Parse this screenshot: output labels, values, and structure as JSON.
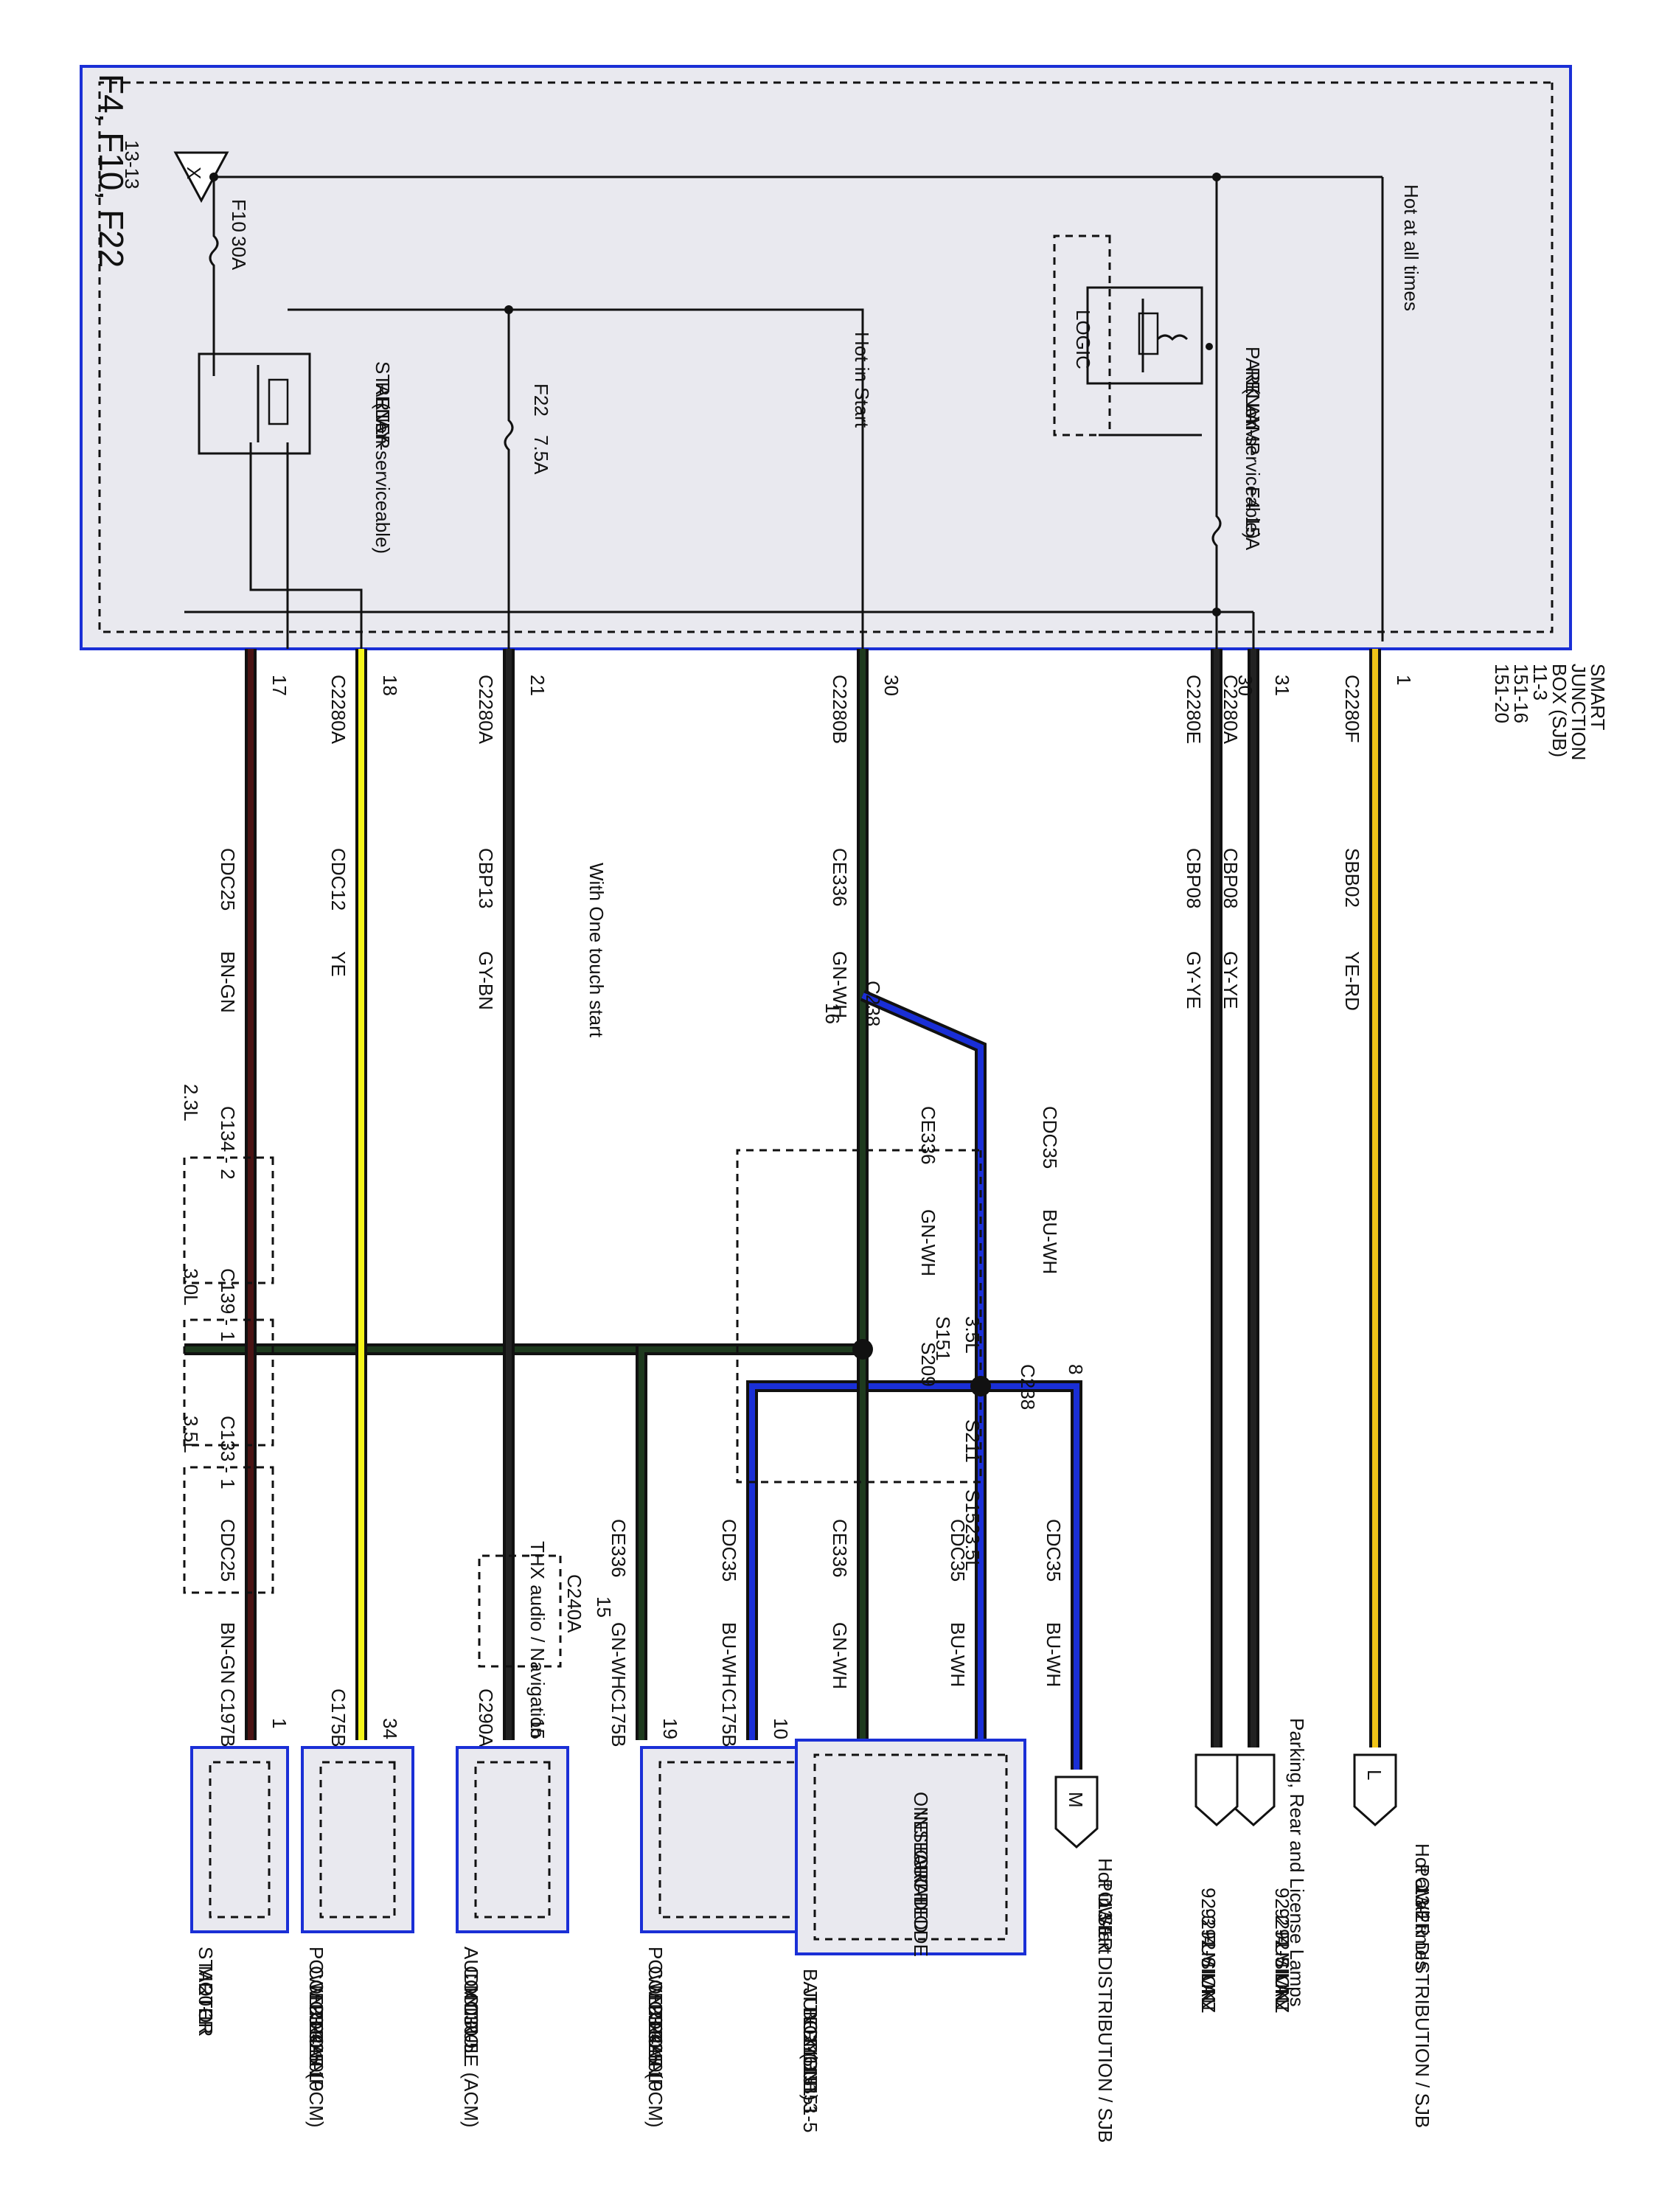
{
  "colors": {
    "frame_blue": "#1a2fd6",
    "box_fill": "#e9e9ef",
    "wire_YE": "#f5f51a",
    "wire_BN_GN": "#4a1414",
    "wire_GN_WH": "#1e3a1e",
    "wire_BU_WH": "#1a2fd6",
    "wire_GY": "#222222",
    "wire_YE_RD": "#f0c419"
  },
  "title": "F4, F10, F22",
  "sjb": {
    "name": "SMART JUNCTION BOX (SJB)",
    "name_lines": [
      "SMART",
      "JUNCTION",
      "BOX (SJB)"
    ],
    "refs": [
      "11-3",
      "151-16",
      "151-20"
    ],
    "hot_at_all_times": "Hot at all times",
    "hot_in_start": "Hot in Start",
    "ground_ref": "13-13",
    "ground_symbol": "X",
    "logic": "LOGIC",
    "park_lamp_relay": [
      "PARK LAMP",
      "RELAY",
      "(Non-serviceable)"
    ],
    "starter_relay": [
      "STARTER",
      "RELAY",
      "(Non-serviceable)"
    ],
    "fuses": [
      {
        "id": "F10",
        "rating": "30A"
      },
      {
        "id": "F22",
        "rating": "7.5A"
      },
      {
        "id": "F4",
        "rating": "15A"
      }
    ]
  },
  "connectors": [
    {
      "id": "C2280F",
      "pin": "1",
      "circuit": "SBB02",
      "color": "YE-RD"
    },
    {
      "id": "C2280A",
      "pin": "31",
      "circuit": "CBP08",
      "color": "GY-YE"
    },
    {
      "id": "C2280E",
      "pin": "30",
      "circuit": "CBP08",
      "color": "GY-YE"
    },
    {
      "id": "C2280B",
      "pin": "30",
      "circuit": "CE336",
      "color": "GN-WH"
    },
    {
      "id": "C2280A",
      "pin": "21",
      "circuit": "CBP13",
      "color": "GY-BN"
    },
    {
      "id": "C2280A",
      "pin": "18",
      "circuit": "CDC12",
      "color": "YE"
    },
    {
      "id": "",
      "pin": "17",
      "circuit": "CDC25",
      "color": "BN-GN"
    }
  ],
  "mid": {
    "c238_16": {
      "id": "C238",
      "pin": "16"
    },
    "c238_8": {
      "id": "C238",
      "pin": "8"
    },
    "with_one_touch": "With One touch start",
    "s151": "S151",
    "s151_engine": "3.5L",
    "s209": "S209",
    "s211": "S211",
    "s152": "S152",
    "s152_engine": "3.5L",
    "ce336_a": "CE336",
    "ce336_a_color": "GN-WH",
    "cdc35_a": "CDC35",
    "cdc35_a_color": "BU-WH",
    "thx_note": "THX audio / Navigation",
    "c240a": "C240A",
    "c240a_pin": "15",
    "c134": "C134 - 2",
    "c134_engine": "2.3L",
    "c139": "C139 - 1",
    "c139_engine": "3.0L",
    "c133": "C133 - 1",
    "c133_engine": "3.5L"
  },
  "lower_wires": [
    {
      "circuit": "CDC35",
      "color": "BU-WH"
    },
    {
      "circuit": "CDC35",
      "color": "BU-WH"
    },
    {
      "circuit": "CE336",
      "color": "GN-WH"
    },
    {
      "circuit": "CDC35",
      "color": "BU-WH"
    },
    {
      "circuit": "CE336",
      "color": "GN-WH"
    },
    {
      "circuit": "CDC25",
      "color": "BN-GN"
    }
  ],
  "end_connectors": [
    {
      "id": "C175B",
      "pin": "10"
    },
    {
      "id": "C175B",
      "pin": "19"
    },
    {
      "id": "C290A",
      "pin": "15"
    },
    {
      "id": "C175B",
      "pin": "34"
    },
    {
      "id": "C197B",
      "pin": "1"
    }
  ],
  "destinations": {
    "L": {
      "letter": "L",
      "lines": [
        "Hot at all times",
        "POWER DISTRIBUTION / SJB",
        "13-2"
      ]
    },
    "M": {
      "letter": "M",
      "lines": [
        "Hot in Start",
        "POWER DISTRIBUTION / SJB",
        "13-1"
      ]
    },
    "lamps": {
      "title": "Parking, Rear and License Lamps",
      "group1": [
        [
          "92-2",
          "FUSION"
        ],
        [
          "92-4",
          "MILAN"
        ],
        [
          "92-5",
          "MKZ"
        ]
      ],
      "group2": [
        [
          "92-3",
          "FUSION"
        ],
        [
          "92-4",
          "MILAN"
        ],
        [
          "92-6",
          "MKZ"
        ]
      ]
    },
    "bjb": {
      "lines": [
        "BATTERY",
        "JUNCTION",
        "BOX (BJB)",
        "11-1",
        "151-1",
        "151-3",
        "151-5"
      ],
      "inner": [
        "ONE TOUCH",
        "INTEGRATED",
        "START DIODE"
      ]
    },
    "pcm1": {
      "lines": [
        "POWERTRAIN",
        "CONTROL",
        "MODULE (PCM)",
        "23-12",
        "24-10",
        "25-10"
      ]
    },
    "acm": {
      "lines": [
        "AUDIO",
        "CONTROL",
        "MODULE (ACM)",
        "130-5"
      ]
    },
    "pcm2": {
      "lines": [
        "POWERTRAIN",
        "CONTROL",
        "MODULE (PCM)",
        "23-12",
        "24-10",
        "25-10"
      ]
    },
    "starter": {
      "lines": [
        "STARTER",
        "MOTOR",
        "20-1"
      ]
    }
  }
}
